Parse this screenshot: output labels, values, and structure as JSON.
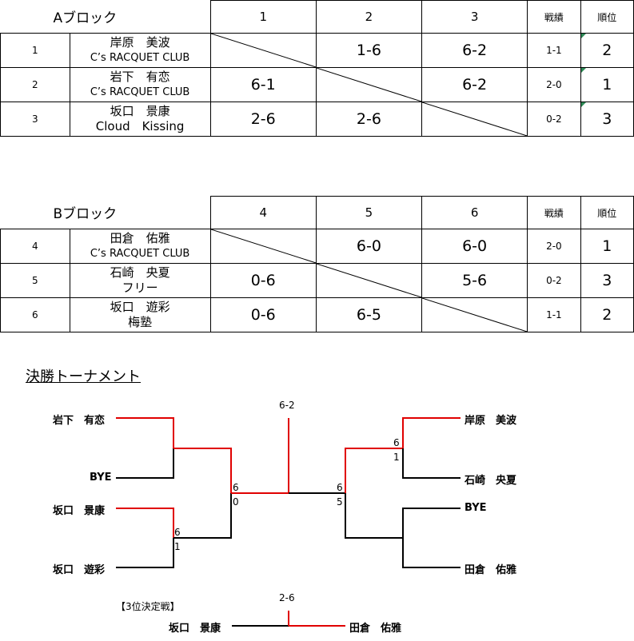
{
  "blockA": {
    "title": "Aブロック",
    "headers": [
      "1",
      "2",
      "3"
    ],
    "record_label": "戦績",
    "rank_label": "順位",
    "rows": [
      {
        "no": "1",
        "name": "岸原　美波",
        "club": "C’s RACQUET CLUB",
        "scores": [
          "",
          "1-6",
          "6-2"
        ],
        "record": "1-1",
        "rank": "2"
      },
      {
        "no": "2",
        "name": "岩下　有恋",
        "club": "C’s RACQUET CLUB",
        "scores": [
          "6-1",
          "",
          "6-2"
        ],
        "record": "2-0",
        "rank": "1"
      },
      {
        "no": "3",
        "name": "坂口　景康",
        "club": "Cloud　Kissing",
        "scores": [
          "2-6",
          "2-6",
          ""
        ],
        "record": "0-2",
        "rank": "3"
      }
    ]
  },
  "blockB": {
    "title": "Bブロック",
    "headers": [
      "4",
      "5",
      "6"
    ],
    "record_label": "戦績",
    "rank_label": "順位",
    "rows": [
      {
        "no": "4",
        "name": "田倉　佑雅",
        "club": "C’s RACQUET CLUB",
        "scores": [
          "",
          "6-0",
          "6-0"
        ],
        "record": "2-0",
        "rank": "1"
      },
      {
        "no": "5",
        "name": "石崎　央夏",
        "club": "フリー",
        "scores": [
          "0-6",
          "",
          "5-6"
        ],
        "record": "0-2",
        "rank": "3"
      },
      {
        "no": "6",
        "name": "坂口　遊彩",
        "club": "梅塾",
        "scores": [
          "0-6",
          "6-5",
          ""
        ],
        "record": "1-1",
        "rank": "2"
      }
    ]
  },
  "tournament": {
    "title": "決勝トーナメント",
    "final_score": "6-2",
    "left": [
      "岩下　有恋",
      "BYE",
      "坂口　景康",
      "坂口　遊彩"
    ],
    "right": [
      "岸原　美波",
      "石崎　央夏",
      "BYE",
      "田倉　佑雅"
    ],
    "scores": {
      "l_semi_top": "6",
      "l_semi_bot": "0",
      "l_q2_top": "6",
      "l_q2_bot": "1",
      "r_semi_top": "6",
      "r_semi_bot": "5",
      "r_q1_top": "6",
      "r_q1_bot": "1"
    },
    "third_place": {
      "label": "【3位決定戦】",
      "score": "2-6",
      "left": "坂口　景康",
      "right": "田倉　佑雅"
    },
    "colors": {
      "winner": "#e00000",
      "line": "#000000",
      "marker": "#2e8b57"
    }
  }
}
